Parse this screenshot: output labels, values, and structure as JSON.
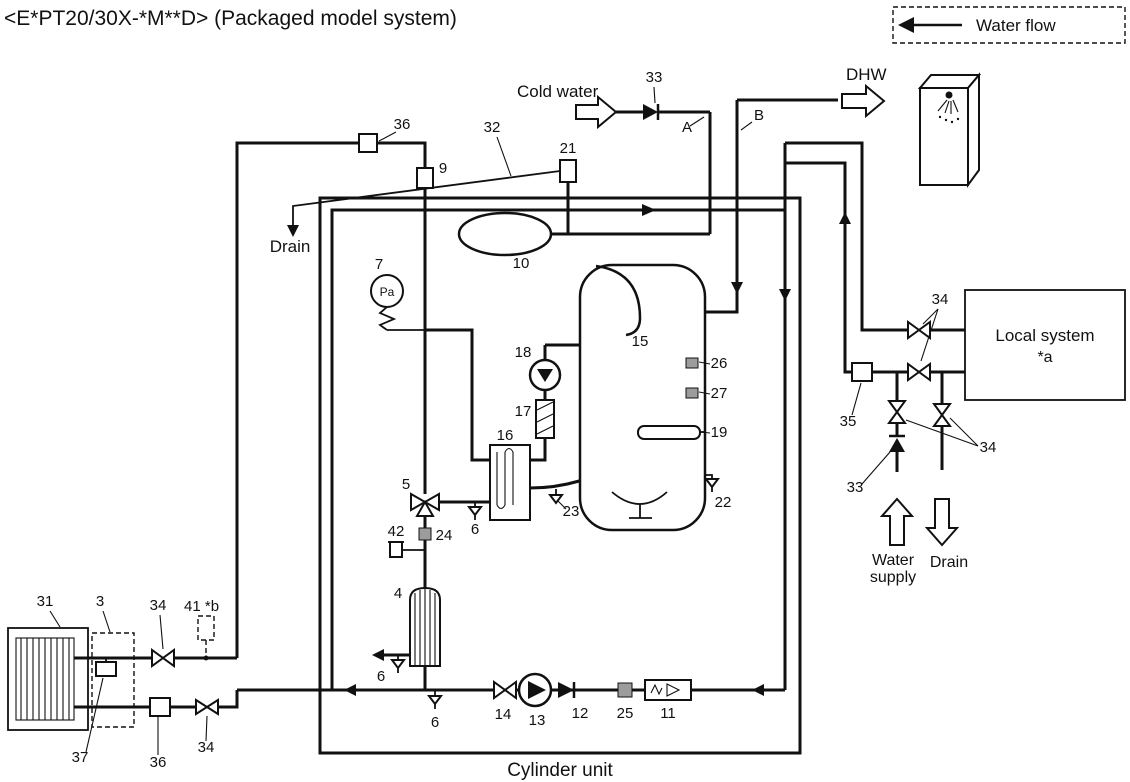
{
  "title": "<E*PT20/30X-*M**D> (Packaged model system)",
  "legend": {
    "water_flow": "Water flow"
  },
  "labels": {
    "cold_water": "Cold water",
    "dhw": "DHW",
    "drain_top": "Drain",
    "drain_right": "Drain",
    "water_line1": "Water",
    "water_line2": "supply",
    "cylinder_unit": "Cylinder unit",
    "local_system": "Local system",
    "local_system_note": "*a",
    "gauge": "Pa",
    "point_a": "A",
    "point_b": "B"
  },
  "parts": {
    "p3": "3",
    "p4": "4",
    "p5": "5",
    "p6": "6",
    "p7": "7",
    "p9": "9",
    "p10": "10",
    "p11": "11",
    "p12": "12",
    "p13": "13",
    "p14": "14",
    "p15": "15",
    "p16": "16",
    "p17": "17",
    "p18": "18",
    "p19": "19",
    "p21": "21",
    "p22": "22",
    "p23": "23",
    "p24": "24",
    "p25": "25",
    "p26": "26",
    "p27": "27",
    "p31": "31",
    "p32": "32",
    "p33": "33",
    "p34": "34",
    "p35": "35",
    "p36": "36",
    "p37": "37",
    "p41": "41 *b",
    "p42": "42"
  }
}
